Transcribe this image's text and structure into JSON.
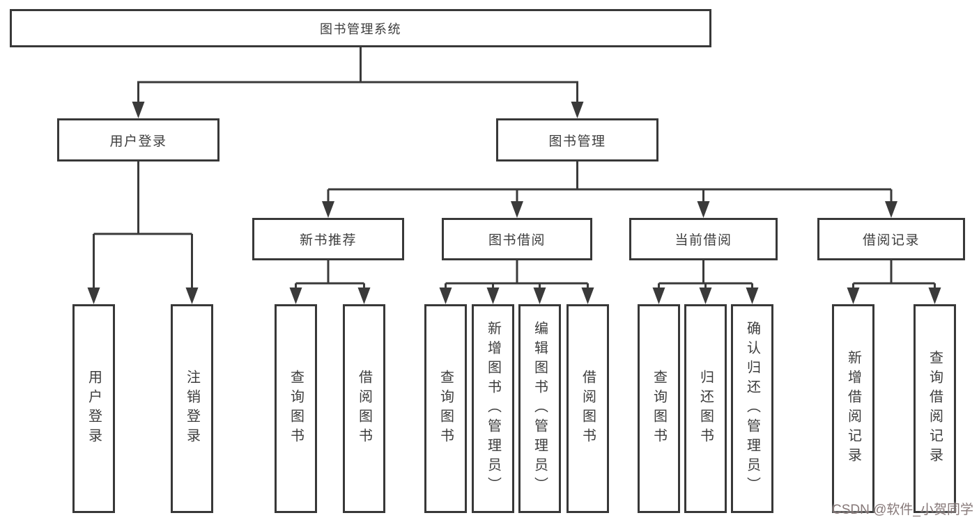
{
  "diagram": {
    "type": "hierarchy-tree",
    "root": {
      "label": "图书管理系统"
    },
    "branches": [
      {
        "label": "用户登录",
        "children": [
          {
            "label": "用户登录"
          },
          {
            "label": "注销登录"
          }
        ]
      },
      {
        "label": "图书管理",
        "children": [
          {
            "label": "新书推荐",
            "children": [
              {
                "label": "查询图书"
              },
              {
                "label": "借阅图书"
              }
            ]
          },
          {
            "label": "图书借阅",
            "children": [
              {
                "label": "查询图书"
              },
              {
                "label": "新增图书（管理员）"
              },
              {
                "label": "编辑图书（管理员）"
              },
              {
                "label": "借阅图书"
              }
            ]
          },
          {
            "label": "当前借阅",
            "children": [
              {
                "label": "查询图书"
              },
              {
                "label": "归还图书"
              },
              {
                "label": "确认归还（管理员）"
              }
            ]
          },
          {
            "label": "借阅记录",
            "children": [
              {
                "label": "新增借阅记录"
              },
              {
                "label": "查询借阅记录"
              }
            ]
          }
        ]
      }
    ],
    "colors": {
      "line": "#3a3a3a",
      "box_border": "#383838",
      "text": "#3d3d3d",
      "background": "#ffffff"
    }
  },
  "watermark": {
    "text": "CSDN @软件_小贺同学"
  }
}
